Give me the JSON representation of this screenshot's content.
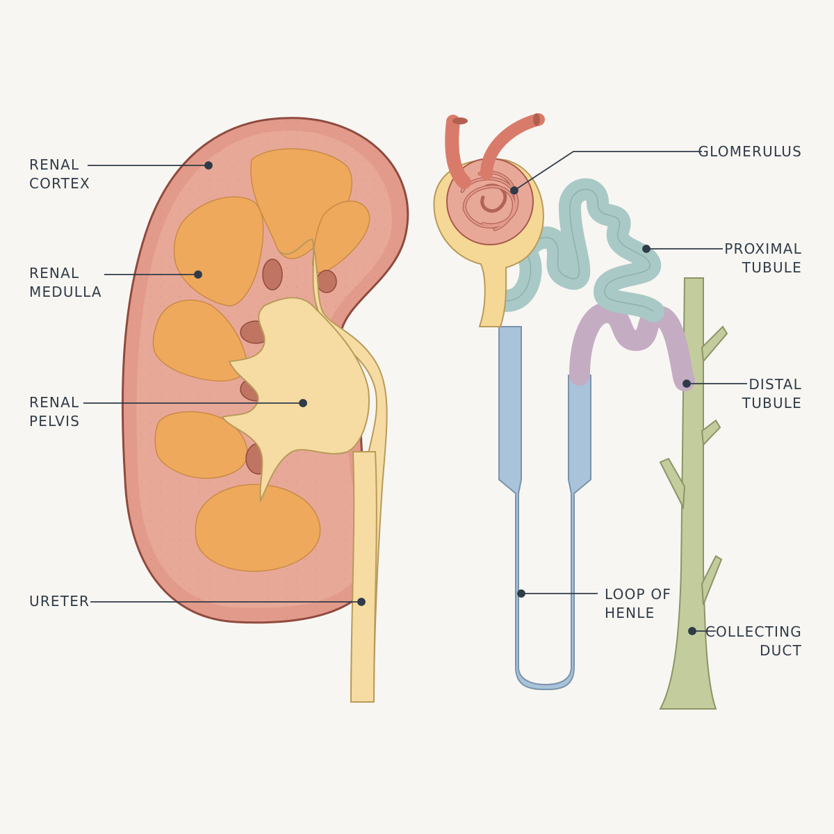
{
  "colors": {
    "background": "#f8f6f2",
    "ink": "#2f3b48",
    "cortex": "#e7a292",
    "capsule": "#a8594b",
    "medulla": "#eea95c",
    "pelvis": "#f6dca2",
    "artery": "#d97b6a",
    "bowman": "#f6d896",
    "proximal": "#a9c9c6",
    "loop": "#a9c3da",
    "distal": "#c4acc3",
    "collecting": "#c3cc9c"
  },
  "kidney": {
    "labels": [
      {
        "key": "cortex",
        "lines": [
          "RENAL",
          "CORTEX"
        ]
      },
      {
        "key": "medulla",
        "lines": [
          "RENAL",
          "MEDULLA"
        ]
      },
      {
        "key": "pelvis",
        "lines": [
          "RENAL",
          "PELVIS"
        ]
      },
      {
        "key": "ureter",
        "lines": [
          "URETER"
        ]
      }
    ]
  },
  "nephron": {
    "labels": [
      {
        "key": "glomerulus",
        "lines": [
          "GLOMERULUS"
        ]
      },
      {
        "key": "proximal",
        "lines": [
          "PROXIMAL",
          "TUBULE"
        ]
      },
      {
        "key": "distal",
        "lines": [
          "DISTAL",
          "TUBULE"
        ]
      },
      {
        "key": "loop",
        "lines": [
          "LOOP OF",
          "HENLE"
        ]
      },
      {
        "key": "collecting",
        "lines": [
          "COLLECTING",
          "DUCT"
        ]
      }
    ]
  }
}
